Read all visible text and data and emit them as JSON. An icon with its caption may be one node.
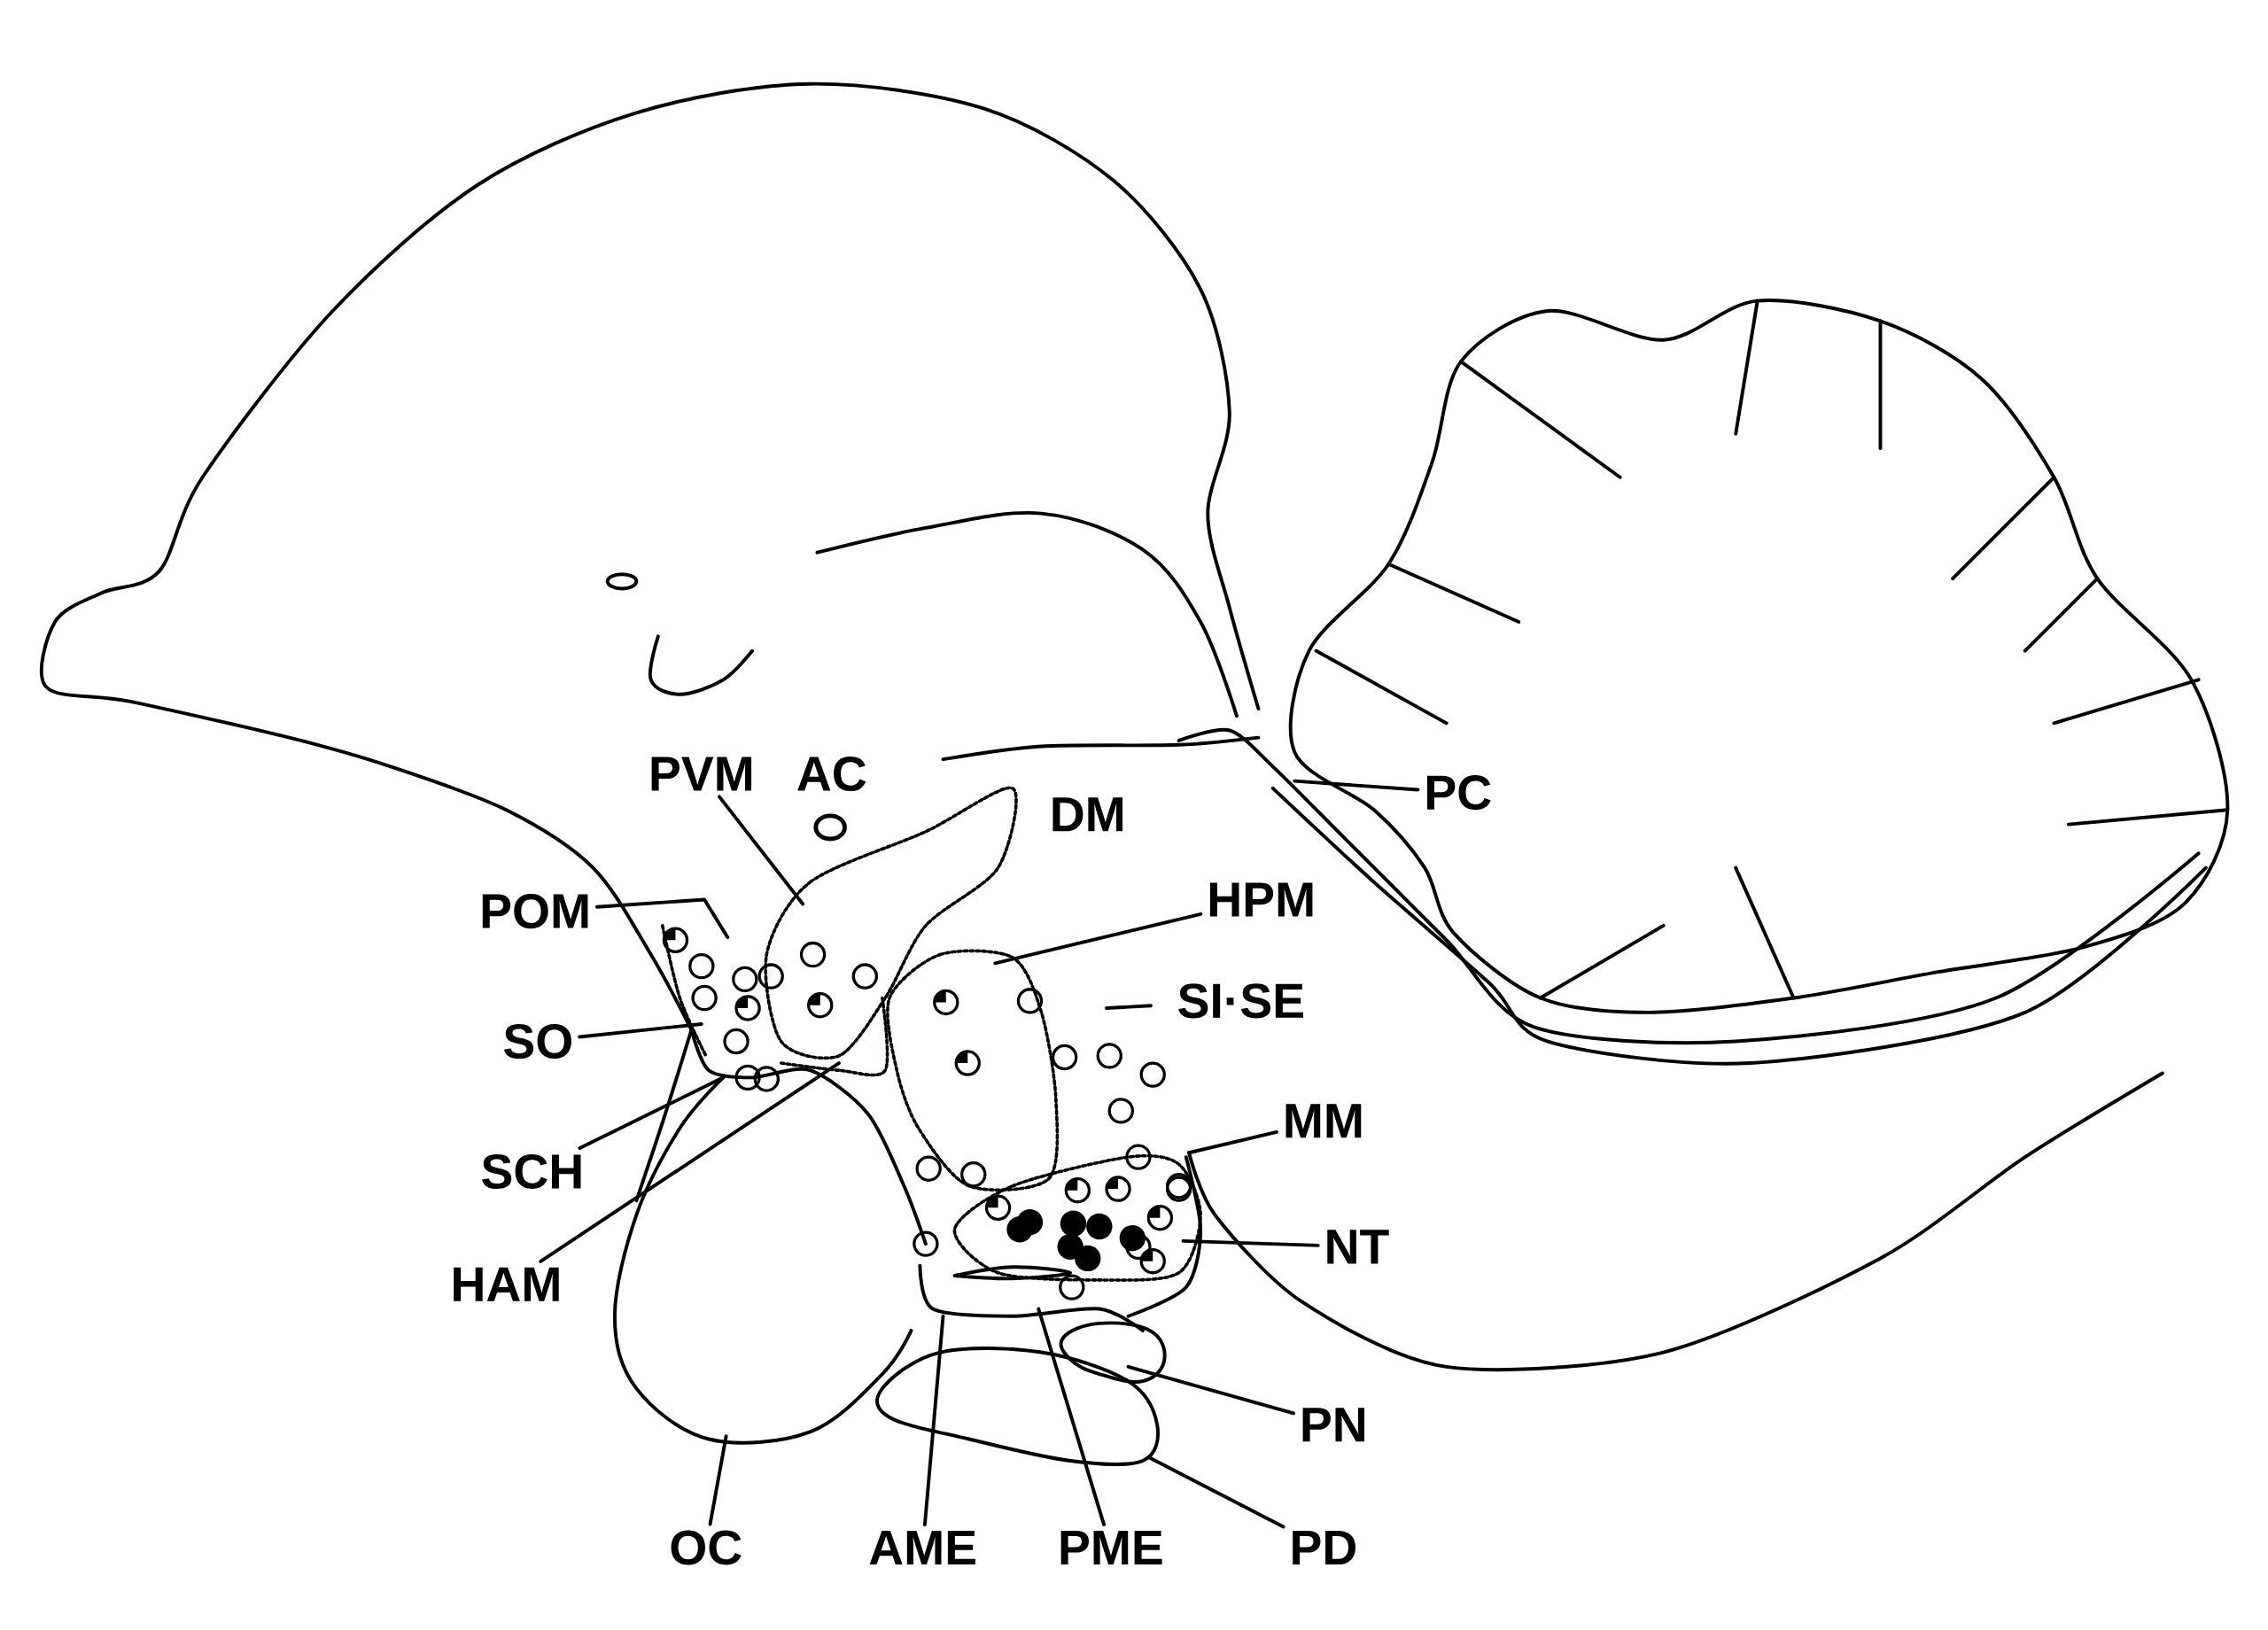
{
  "diagram": {
    "nodes": [
      {
        "text": [
          "PVM"
        ]
      },
      {
        "text": [
          "DM"
        ]
      },
      {
        "text": [
          "POM"
        ]
      },
      {
        "text": [
          "HPM"
        ]
      },
      {
        "text": [
          "SI·SE"
        ]
      },
      {
        "text": [
          "SO"
        ]
      },
      {
        "text": [
          "SCH"
        ]
      },
      {
        "text": [
          "HAM"
        ]
      },
      {
        "text": [
          "MM"
        ]
      },
      {
        "text": [
          "NT"
        ]
      },
      {
        "text": [
          "PC"
        ]
      },
      {
        "text": [
          "PN"
        ]
      },
      {
        "text": [
          "PD"
        ]
      },
      {
        "text": [
          "OC"
        ]
      },
      {
        "text": [
          "AME"
        ]
      },
      {
        "text": [
          "PME"
        ]
      }
    ],
    "edges": [
      {
        "from": 0,
        "to": null,
        "arrow": "none"
      },
      {
        "from": 2,
        "to": null,
        "arrow": "none"
      },
      {
        "from": 3,
        "to": null,
        "arrow": "none"
      },
      {
        "from": 4,
        "to": null,
        "arrow": "none"
      },
      {
        "from": 5,
        "to": null,
        "arrow": "none"
      },
      {
        "from": 6,
        "to": null,
        "arrow": "none"
      },
      {
        "from": 7,
        "to": null,
        "arrow": "none"
      },
      {
        "from": 8,
        "to": null,
        "arrow": "none"
      },
      {
        "from": 9,
        "to": null,
        "arrow": "none"
      },
      {
        "from": 10,
        "to": null,
        "arrow": "none"
      },
      {
        "from": 11,
        "to": null,
        "arrow": "none"
      },
      {
        "from": 12,
        "to": null,
        "arrow": "none"
      },
      {
        "from": 13,
        "to": null,
        "arrow": "none"
      },
      {
        "from": 14,
        "to": null,
        "arrow": "none"
      },
      {
        "from": 15,
        "to": null,
        "arrow": "none"
      }
    ],
    "labels": [
      "AC"
    ]
  }
}
